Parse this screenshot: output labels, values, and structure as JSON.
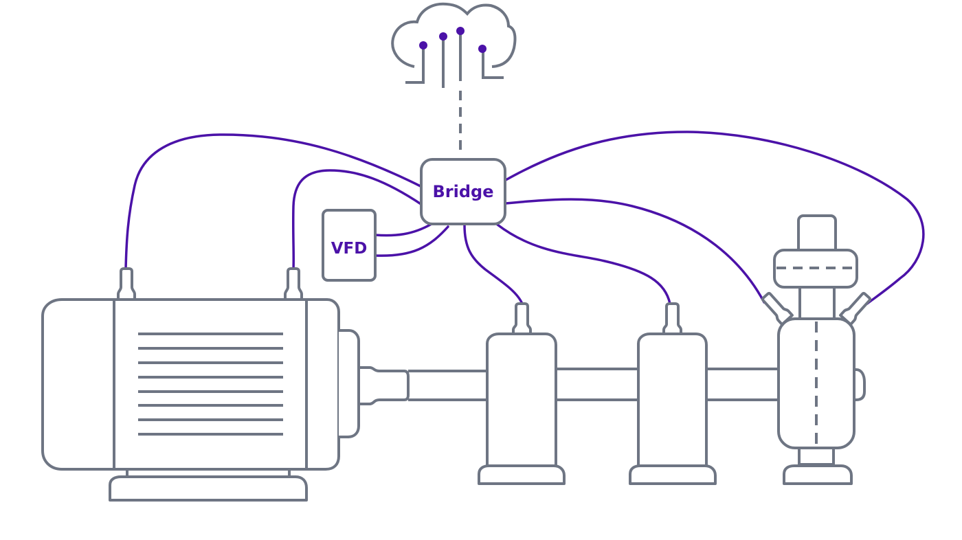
{
  "diagram": {
    "title": "Industrial machine sensor network",
    "colors": {
      "equipment_stroke": "#6e7583",
      "cable": "#4b12a8",
      "background": "#ffffff"
    },
    "nodes": {
      "cloud": {
        "name": "cloud",
        "icon": "cloud-icon"
      },
      "bridge": {
        "name": "bridge",
        "label": "Bridge"
      },
      "vfd": {
        "name": "vfd",
        "label": "VFD"
      },
      "motor": {
        "name": "motor"
      },
      "bearing_1": {
        "name": "bearing-housing-1"
      },
      "bearing_2": {
        "name": "bearing-housing-2"
      },
      "pump": {
        "name": "pump"
      }
    },
    "sensors": [
      {
        "id": "motor-sensor-1",
        "mounted_on": "motor"
      },
      {
        "id": "motor-sensor-2",
        "mounted_on": "motor"
      },
      {
        "id": "bearing-sensor-1",
        "mounted_on": "bearing_1"
      },
      {
        "id": "bearing-sensor-2",
        "mounted_on": "bearing_2"
      },
      {
        "id": "pump-sensor-left",
        "mounted_on": "pump"
      },
      {
        "id": "pump-sensor-right",
        "mounted_on": "pump"
      }
    ],
    "connections": [
      {
        "from": "bridge",
        "to": "cloud",
        "style": "dashed"
      },
      {
        "from": "bridge",
        "to": "motor-sensor-1",
        "style": "cable"
      },
      {
        "from": "bridge",
        "to": "motor-sensor-2",
        "style": "cable"
      },
      {
        "from": "bridge",
        "to": "vfd",
        "style": "cable",
        "count": 2
      },
      {
        "from": "bridge",
        "to": "bearing-sensor-1",
        "style": "cable"
      },
      {
        "from": "bridge",
        "to": "bearing-sensor-2",
        "style": "cable"
      },
      {
        "from": "bridge",
        "to": "pump-sensor-left",
        "style": "cable"
      },
      {
        "from": "bridge",
        "to": "pump-sensor-right",
        "style": "cable"
      }
    ]
  }
}
